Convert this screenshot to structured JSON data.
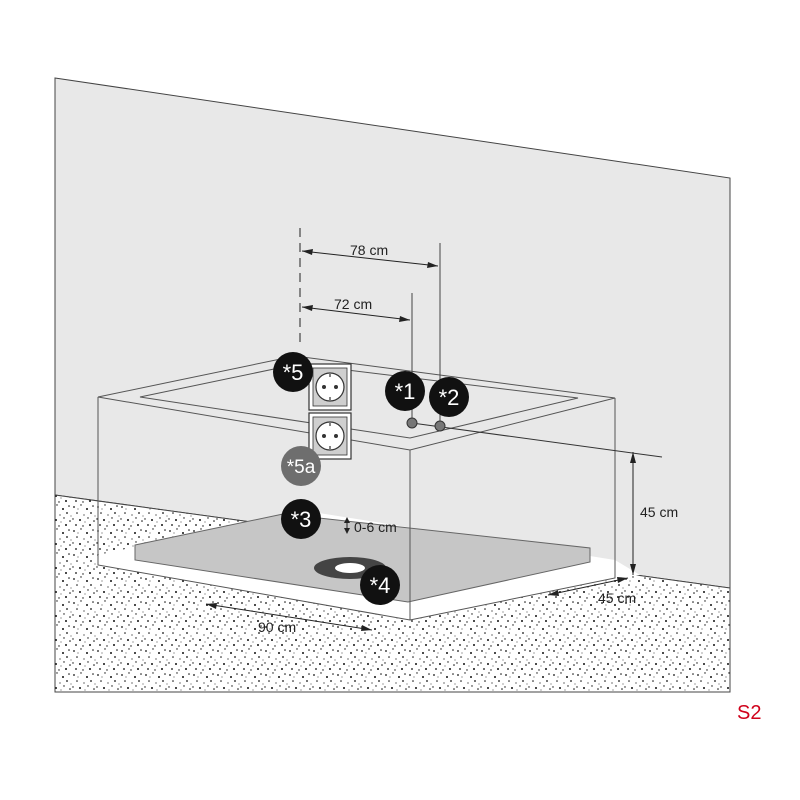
{
  "dimensions": {
    "width_78": "78 cm",
    "width_72": "72 cm",
    "height_45": "45 cm",
    "depth_45": "45 cm",
    "length_90": "90 cm",
    "drain_height": "0-6 cm"
  },
  "markers": {
    "m1": "*1",
    "m2": "*2",
    "m3": "*3",
    "m4": "*4",
    "m5": "*5",
    "m5a": "*5a"
  },
  "sheet_code": "S2",
  "colors": {
    "wall": "#e8e8e8",
    "floor_speckle": "#111111",
    "tray": "#c4c4c4",
    "marker_dark": "#111111",
    "marker_grey": "#6e6e6e",
    "sheet_code": "#d0021b"
  },
  "icons": [
    "power-socket-icon",
    "power-socket-icon"
  ]
}
